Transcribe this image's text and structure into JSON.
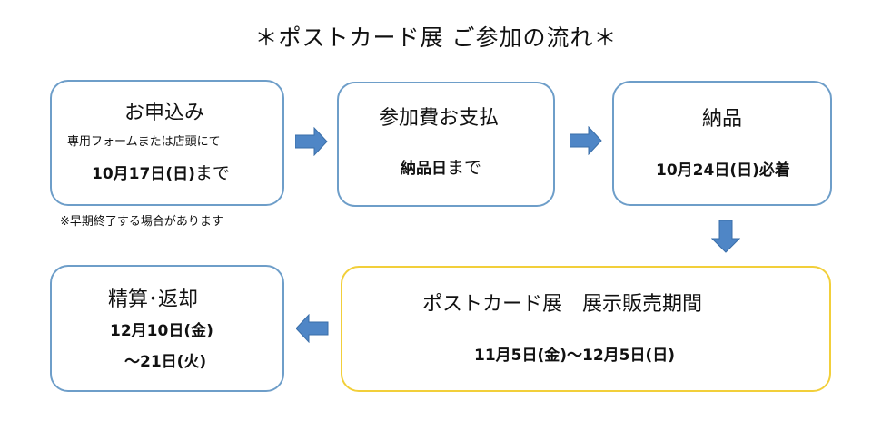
{
  "title": "＊ポストカード展 ご参加の流れ＊",
  "step1": {
    "heading": "お申込み",
    "sub": "専用フォームまたは店頭にて",
    "date_bold": "10月17日(日)",
    "date_suffix": "まで",
    "note": "※早期終了する場合があります"
  },
  "step2": {
    "heading": "参加費お支払",
    "date_bold": "納品日",
    "date_suffix": "まで"
  },
  "step3": {
    "heading": "納品",
    "date": "10月24日(日)必着"
  },
  "step4": {
    "heading": "ポストカード展　展示販売期間",
    "dates": "11月5日(金)～12月5日(日)"
  },
  "step5": {
    "heading": "精算･返却",
    "line1": "12月10日(金)",
    "line2": "～21日(火)"
  },
  "colors": {
    "box_border_blue": "#6e9ec9",
    "box_border_yellow": "#f2cf3a",
    "arrow_fill": "#4f86c6"
  }
}
